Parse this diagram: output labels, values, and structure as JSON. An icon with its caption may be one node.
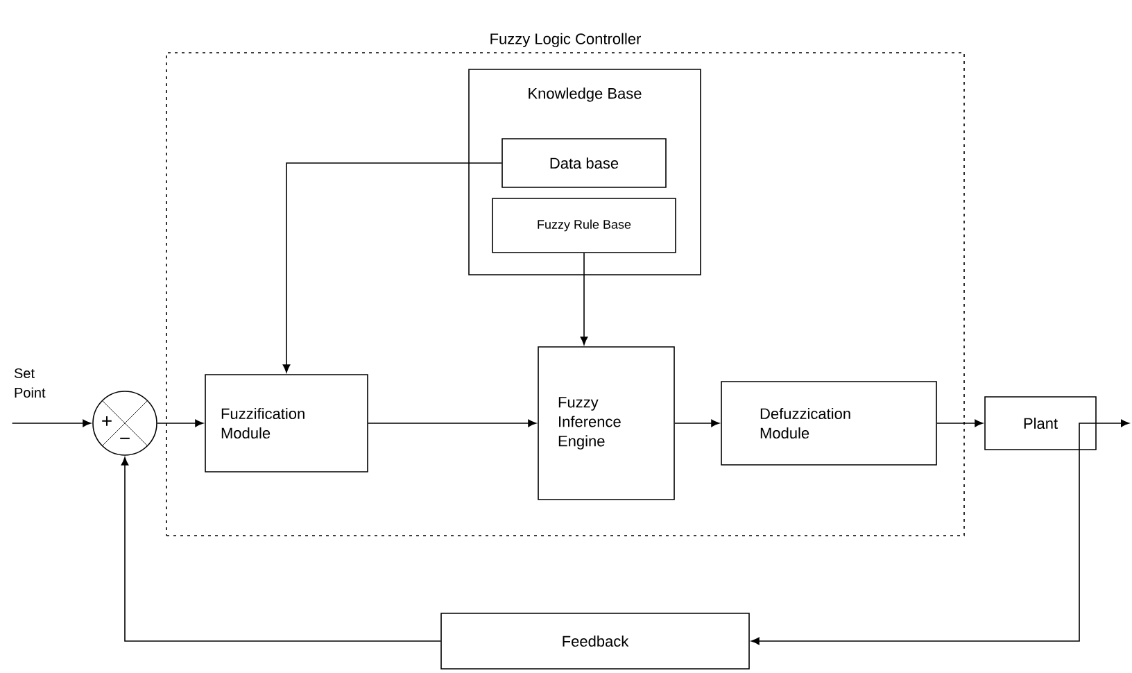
{
  "diagram": {
    "nodes": [
      {
        "text": [
          "Fuzzy Logic Controller"
        ]
      },
      {
        "text": [
          "Knowledge Base"
        ],
        "in": 0
      },
      {
        "text": [
          "Data base"
        ],
        "in": 1
      },
      {
        "text": [
          "Fuzzy Rule Base"
        ],
        "in": 1
      },
      {
        "text": [
          "Fuzzification Module"
        ],
        "in": 0
      },
      {
        "text": [
          "Fuzzy Inference Engine"
        ],
        "in": 0
      },
      {
        "text": [
          "Defuzzication Module"
        ],
        "in": 0
      },
      {
        "text": [
          "Set Point"
        ]
      },
      {
        "text": [
          "+",
          "−"
        ]
      },
      {
        "text": [
          "Plant"
        ]
      },
      {
        "text": [
          "Feedback"
        ]
      }
    ],
    "edges": [
      {
        "from": 7,
        "to": 8,
        "arrow": "to"
      },
      {
        "from": 8,
        "to": 4,
        "arrow": "to"
      },
      {
        "from": 2,
        "to": 4,
        "arrow": "to"
      },
      {
        "from": 3,
        "to": 5,
        "arrow": "to"
      },
      {
        "from": 4,
        "to": 5,
        "arrow": "to"
      },
      {
        "from": 5,
        "to": 6,
        "arrow": "to"
      },
      {
        "from": 6,
        "to": 9,
        "arrow": "to"
      },
      {
        "from": 9,
        "to": null,
        "arrow": "to"
      },
      {
        "from": 9,
        "to": 10,
        "arrow": "to"
      },
      {
        "from": 10,
        "to": 8,
        "arrow": "to"
      }
    ]
  }
}
